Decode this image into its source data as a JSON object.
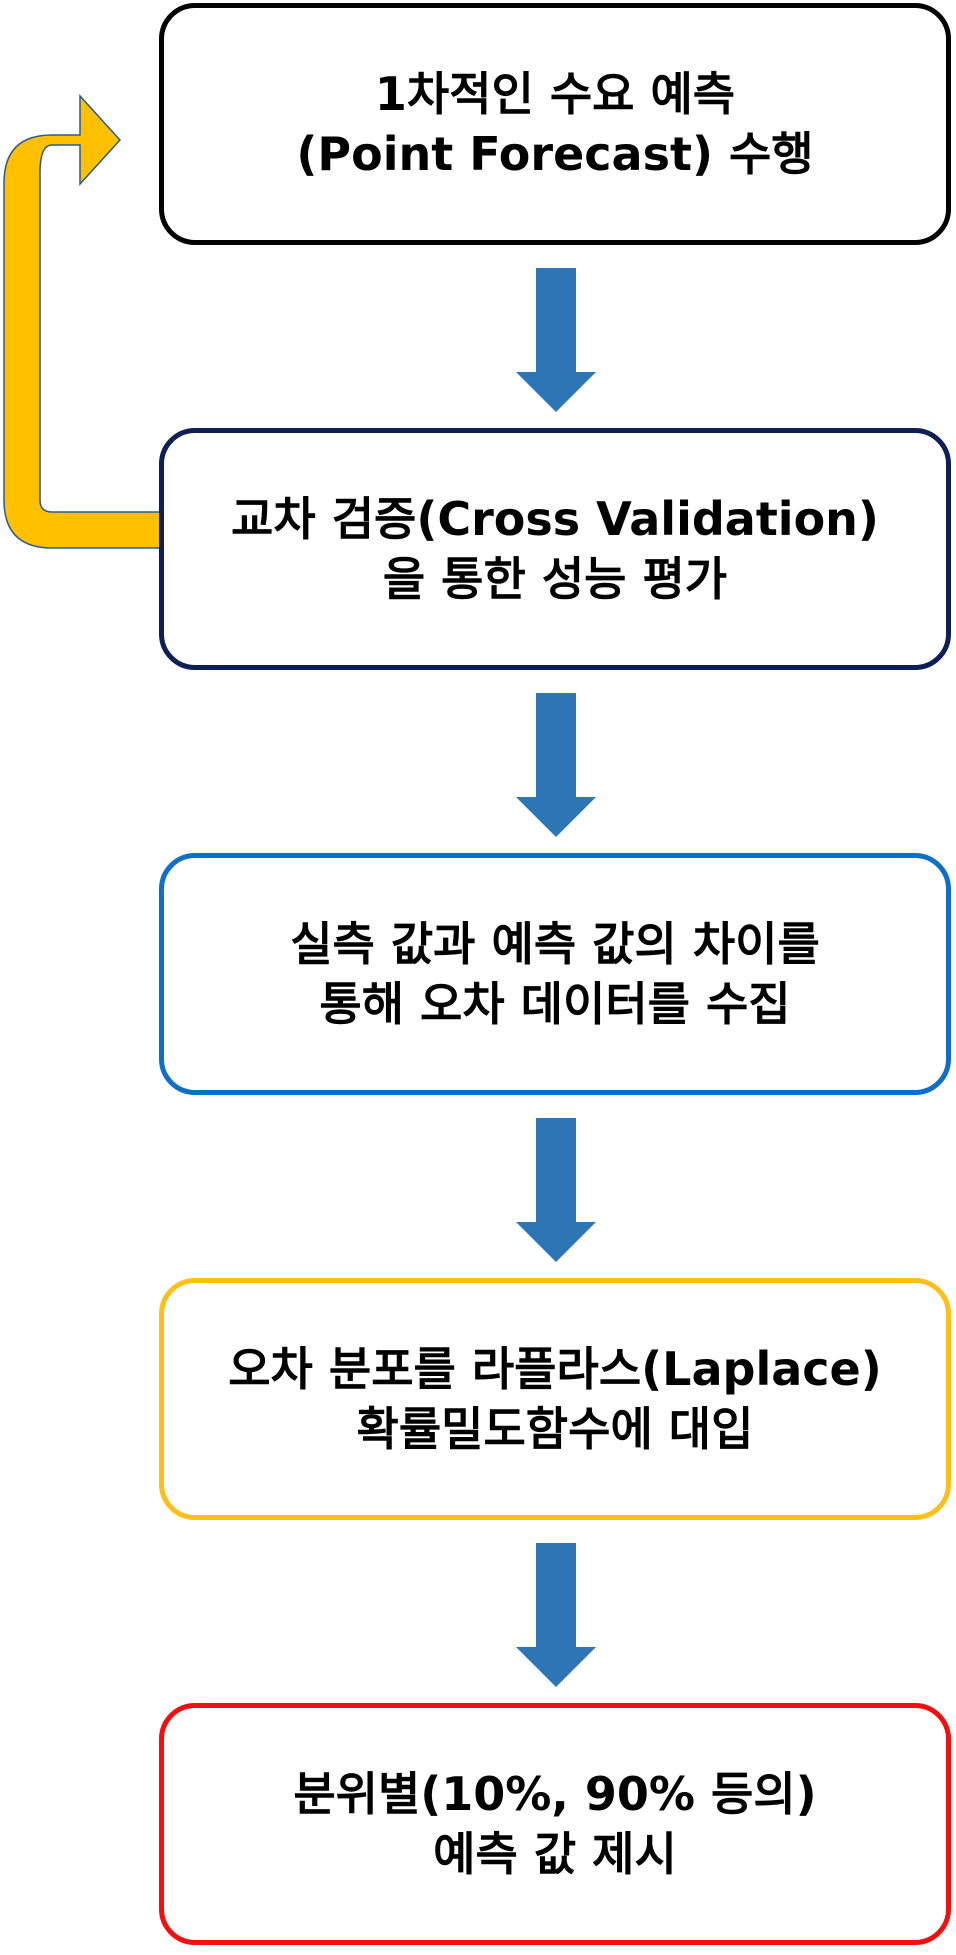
{
  "steps": [
    {
      "text": "1차적인 수요 예측\n(Point Forecast) 수행",
      "border_color": "#000000"
    },
    {
      "text": "교차 검증(Cross Validation)\n을 통한 성능 평가",
      "border_color": "#0e1f55"
    },
    {
      "text": "실측 값과 예측 값의 차이를\n통해 오차 데이터를 수집",
      "border_color": "#0f6fc6"
    },
    {
      "text": "오차 분포를 라플라스(Laplace)\n확률밀도함수에 대입",
      "border_color": "#fdc01a"
    },
    {
      "text": "분위별(10%, 90% 등의)\n예측 값 제시",
      "border_color": "#f01010"
    }
  ],
  "colors": {
    "down_arrow": "#2e75b6",
    "feedback_arrow": "#ffc000",
    "feedback_arrow_outline": "#2e5a8a"
  }
}
